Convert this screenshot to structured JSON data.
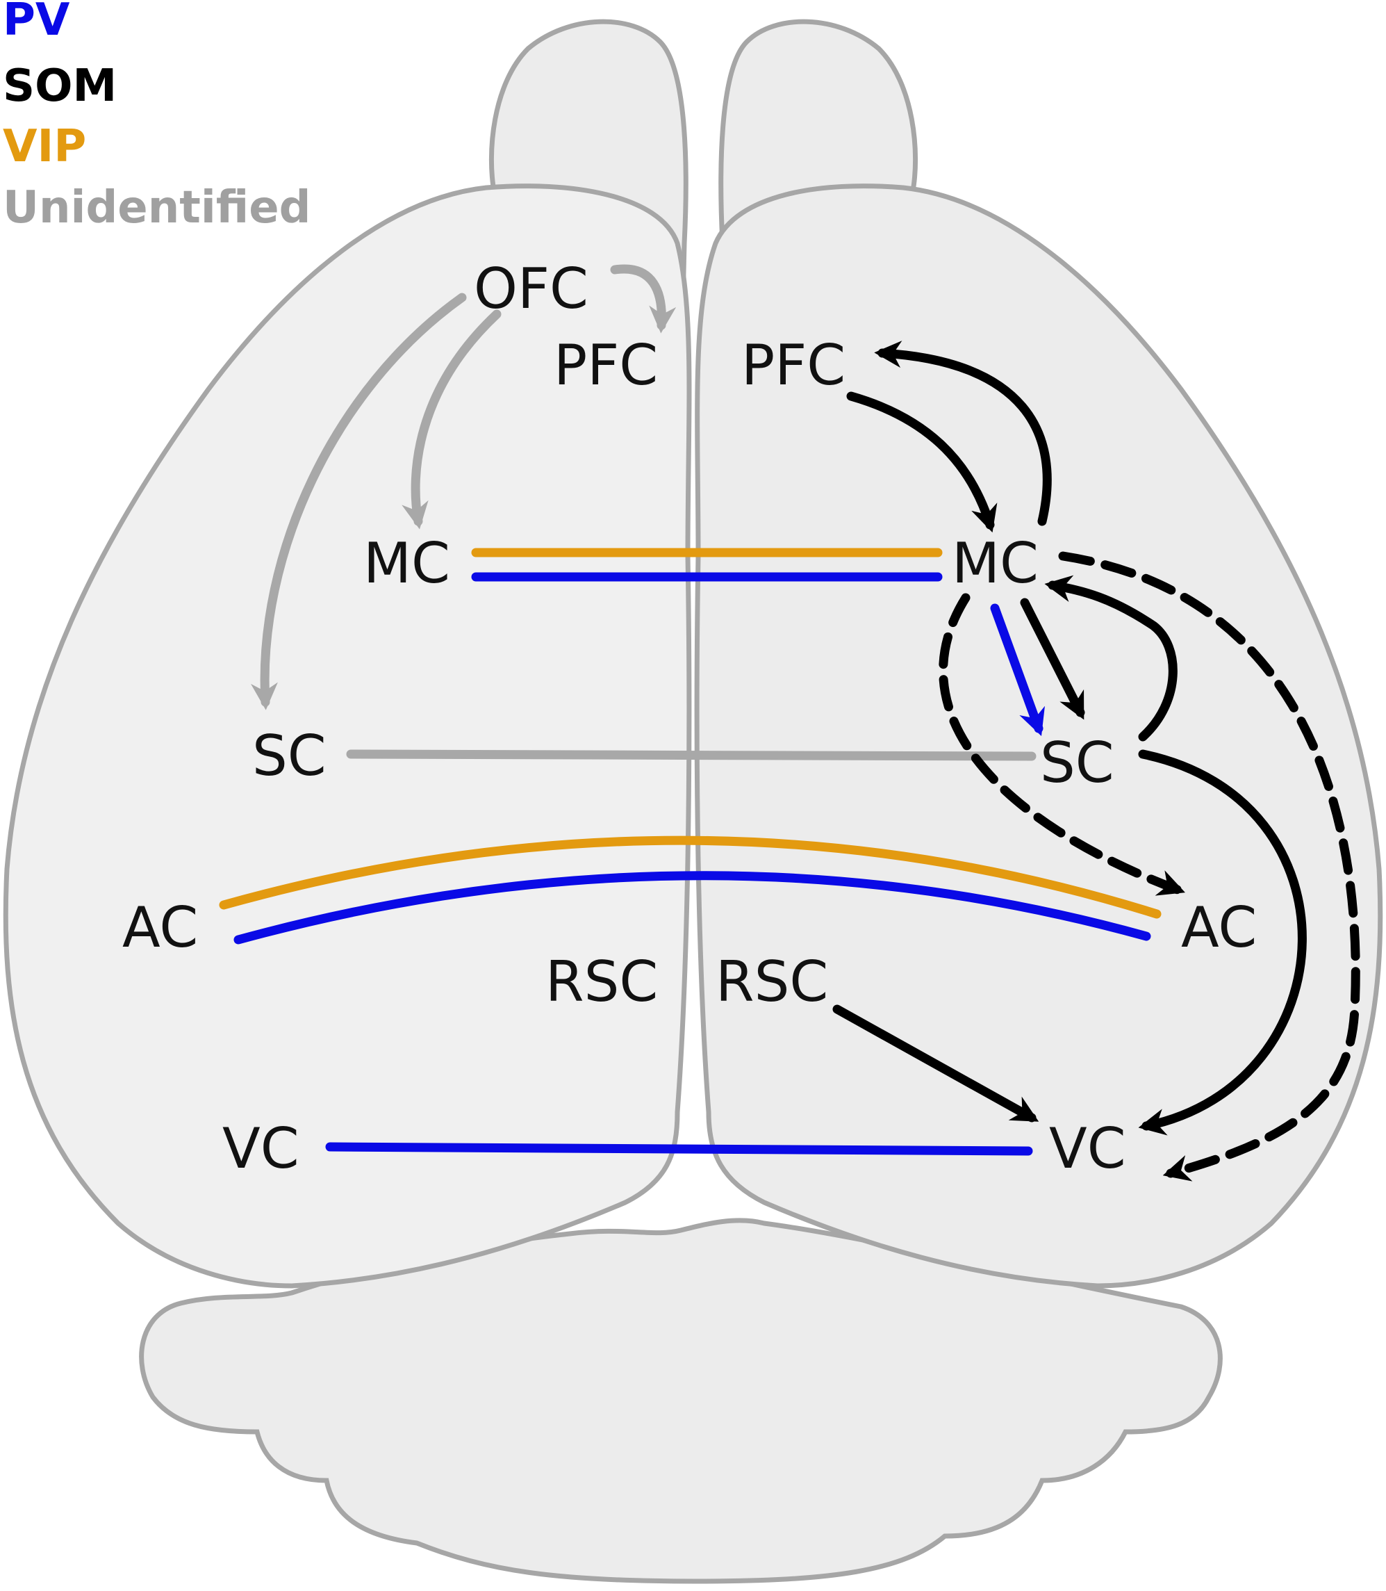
{
  "legend": {
    "pv": "PV",
    "som": "SOM",
    "vip": "VIP",
    "unidentified": "Unidentified"
  },
  "colors": {
    "pv": "#0a0ae6",
    "som": "#000000",
    "vip": "#e39a10",
    "unidentified": "#a8a8a8",
    "brain_fill": "#ececec",
    "brain_outline": "#a6a6a6"
  },
  "regions": {
    "left": {
      "ofc": "OFC",
      "pfc": "PFC",
      "mc": "MC",
      "sc": "SC",
      "ac": "AC",
      "rsc": "RSC",
      "vc": "VC"
    },
    "right": {
      "pfc": "PFC",
      "mc": "MC",
      "sc": "SC",
      "ac": "AC",
      "rsc": "RSC",
      "vc": "VC"
    }
  }
}
